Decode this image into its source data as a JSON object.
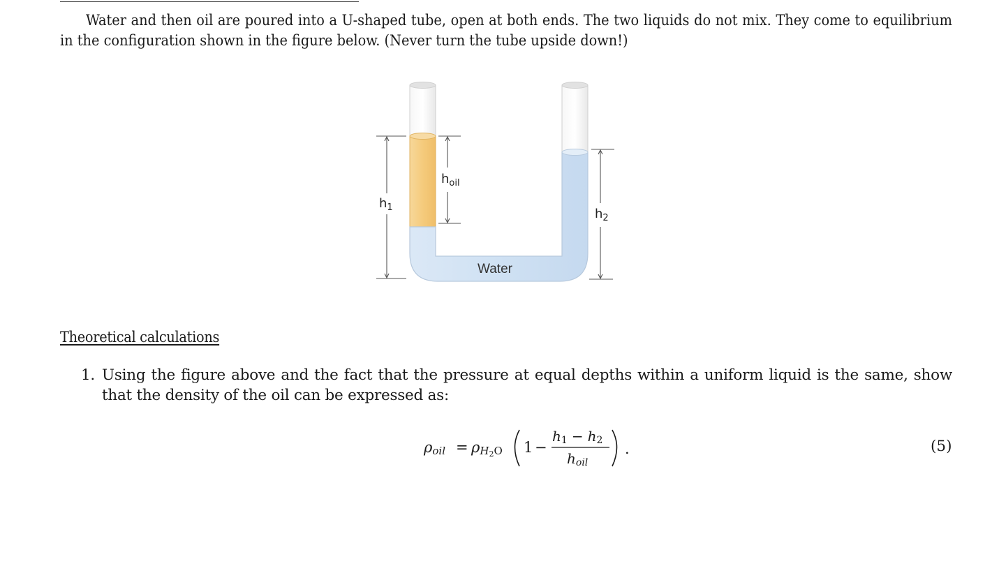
{
  "paragraph": {
    "text": "Water and then oil are poured into a U-shaped tube, open at both ends. The two liquids do not mix. They come to equilibrium in the configuration shown in the figure below. (Never turn the tube upside down!)"
  },
  "figure": {
    "label_h_oil_main": "h",
    "label_h_oil_sub": "oil",
    "label_h1_main": "h",
    "label_h1_sub": "1",
    "label_h2_main": "h",
    "label_h2_sub": "2",
    "label_water": "Water",
    "colors": {
      "oil": "#f4c97a",
      "water": "#cfe1f3",
      "tube_empty": "#ececec",
      "outline": "#b7c3cf"
    }
  },
  "section": {
    "title": "Theoretical calculations"
  },
  "question": {
    "number": "1.",
    "text": "Using the figure above and the fact that the pressure at equal depths within a uniform liquid is the same, show that the density of the oil can be expressed as:"
  },
  "equation": {
    "lhs_symbol": "ρ",
    "lhs_sub": "oil",
    "equals": "=",
    "rhs_symbol": "ρ",
    "rhs_sub": "H",
    "rhs_sub2": "2",
    "rhs_sub3": "O",
    "one": "1",
    "minus": "−",
    "num_h1": "h",
    "num_h1_sub": "1",
    "num_minus": "−",
    "num_h2": "h",
    "num_h2_sub": "2",
    "den_h": "h",
    "den_sub": "oil",
    "period": ".",
    "number": "(5)"
  }
}
